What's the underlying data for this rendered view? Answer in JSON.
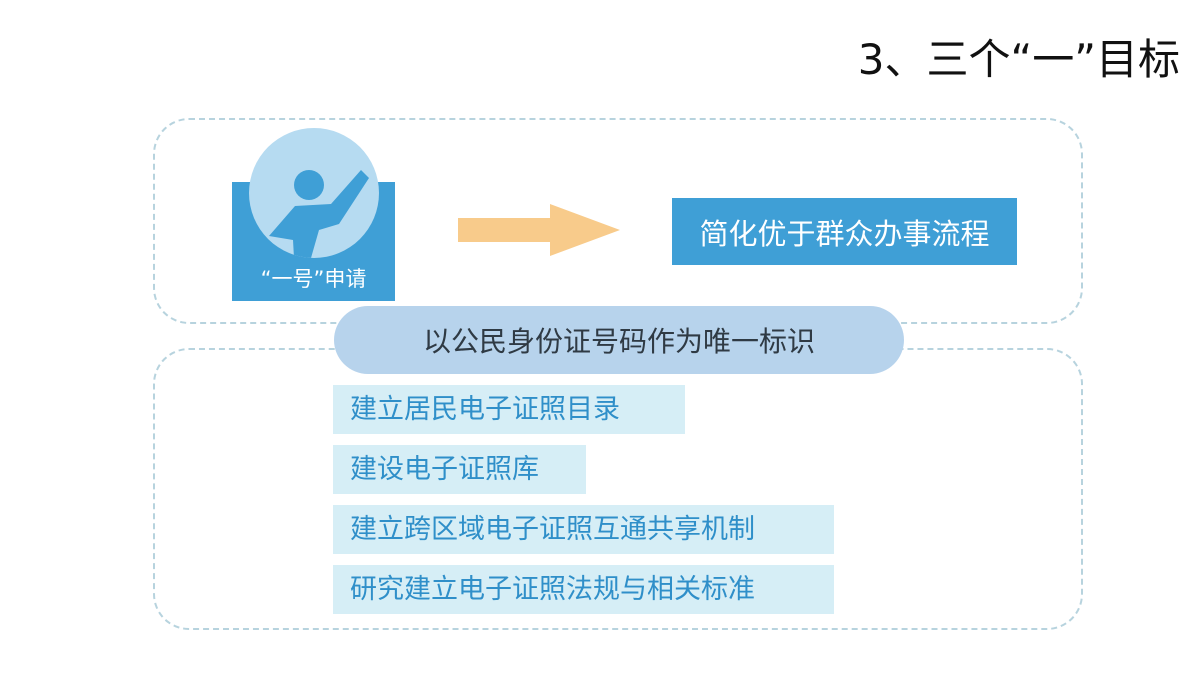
{
  "title": "3、三个“一”目标",
  "apply": {
    "label": "“一号”申请",
    "icon": "raised-hand-person-icon"
  },
  "goal": "简化优于群众办事流程",
  "identifier": "以公民身份证号码作为唯一标识",
  "tasks": [
    "建立居民电子证照目录",
    "建设电子证照库",
    "建立跨区域电子证照互通共享机制",
    "研究建立电子证照法规与相关标准"
  ],
  "colors": {
    "primary_blue": "#3f9fd6",
    "light_blue_circle": "#b6dbf1",
    "pill_blue": "#b7d3ec",
    "task_bg": "#d6eef6",
    "task_text": "#2f8fc9",
    "arrow": "#f8cb8b",
    "dash_border": "#b7d3de"
  }
}
